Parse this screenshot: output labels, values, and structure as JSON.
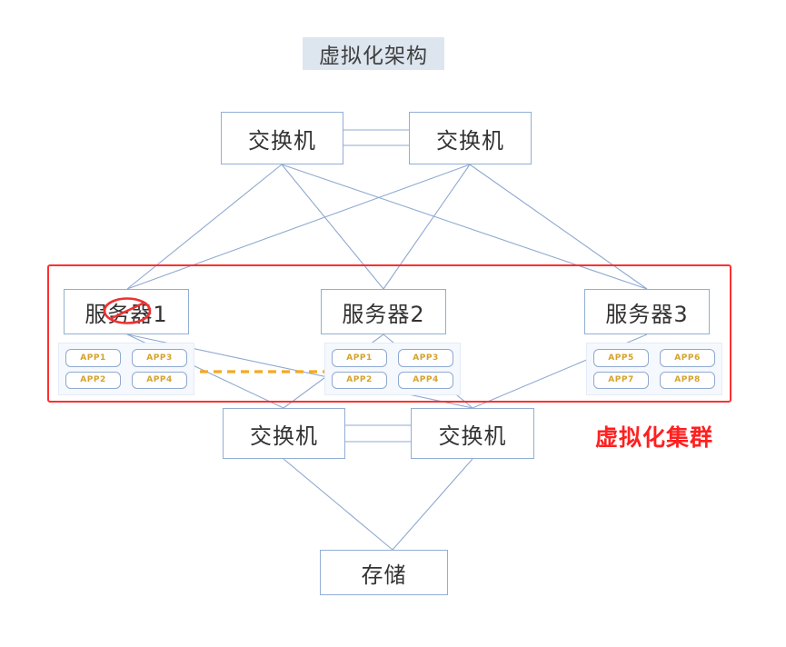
{
  "diagram": {
    "title": "虚拟化架构",
    "cluster_label": "虚拟化集群",
    "accent_line_color": "#8fa9d0",
    "cluster_border_color": "#ff2f2f",
    "cluster_label_color": "#ff2020",
    "app_text_color": "#d6a22c",
    "migration_arrow_color": "#f5a91e",
    "title_chip_bg": "#dde5ef",
    "node_border_color": "#93aed4"
  },
  "nodes": {
    "top_switch_left": {
      "label": "交换机",
      "name": "switch-top-left"
    },
    "top_switch_right": {
      "label": "交换机",
      "name": "switch-top-right"
    },
    "bottom_switch_left": {
      "label": "交换机",
      "name": "switch-bottom-left"
    },
    "bottom_switch_right": {
      "label": "交换机",
      "name": "switch-bottom-right"
    },
    "storage": {
      "label": "存储",
      "name": "storage"
    }
  },
  "servers": [
    {
      "label": "服务器1",
      "failed": true,
      "apps": [
        "APP1",
        "APP3",
        "APP2",
        "APP4"
      ]
    },
    {
      "label": "服务器2",
      "failed": false,
      "apps": [
        "APP1",
        "APP3",
        "APP2",
        "APP4"
      ]
    },
    {
      "label": "服务器3",
      "failed": false,
      "apps": [
        "APP5",
        "APP6",
        "APP7",
        "APP8"
      ]
    }
  ]
}
